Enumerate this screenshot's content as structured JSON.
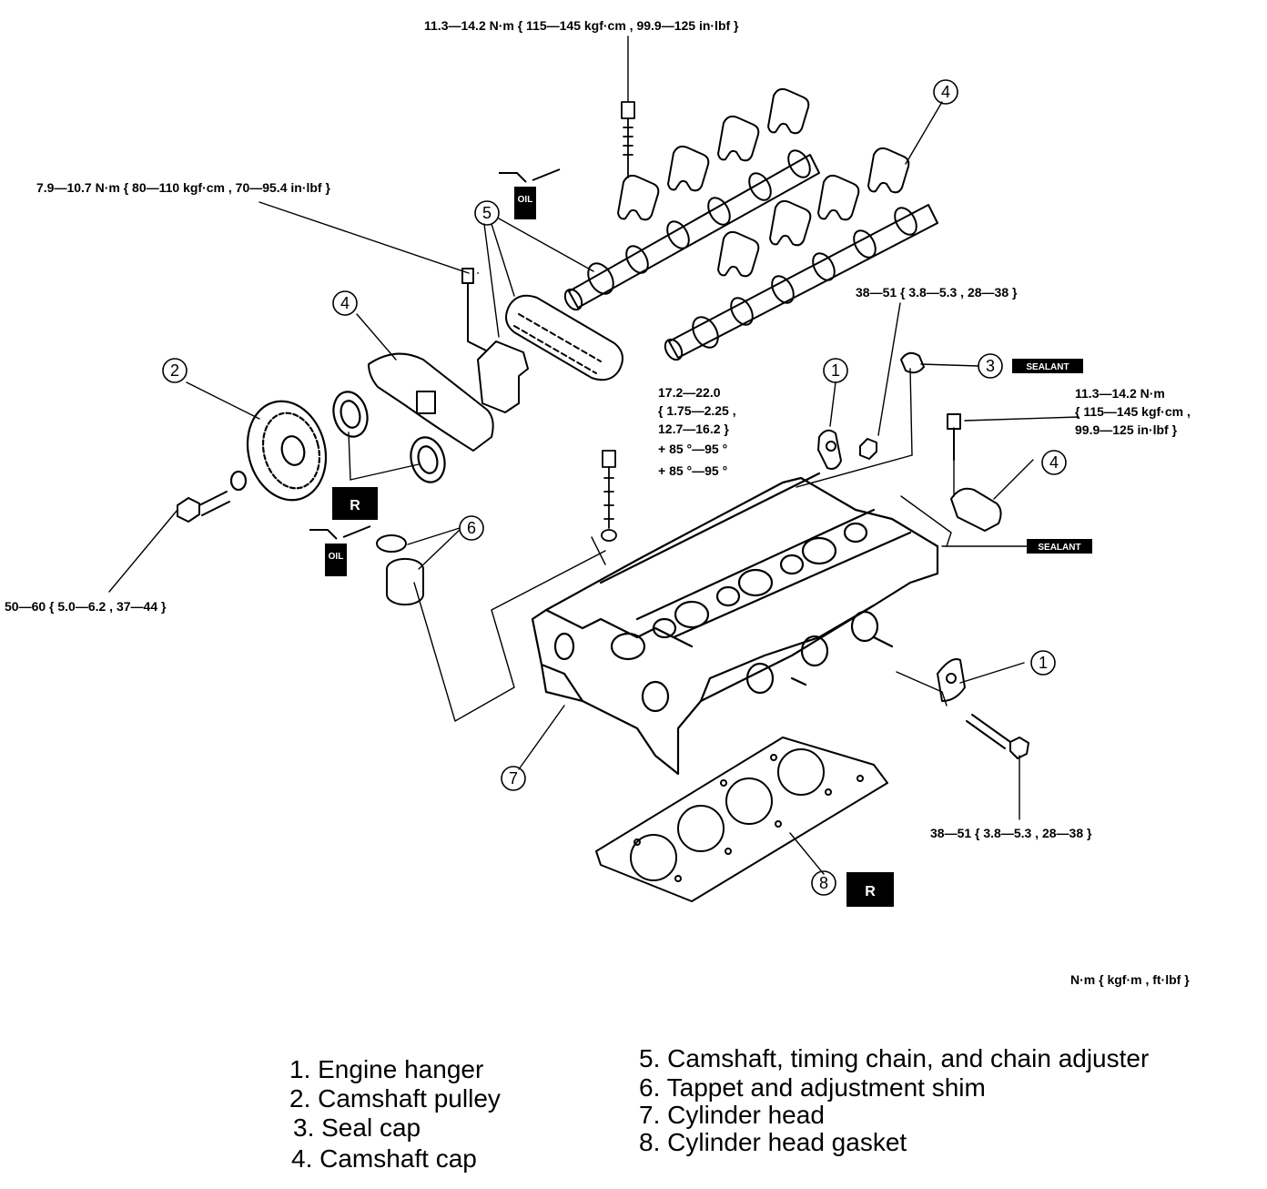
{
  "torque_specs": [
    "11.3—14.2 N·m { 115—145 kgf·cm , 99.9—125 in·lbf }",
    "7.9—10.7 N·m { 80—110 kgf·cm , 70—95.4 in·lbf }",
    "38—51 { 3.8—5.3 , 28—38 }",
    "11.3—14.2 N·m",
    "{ 115—145 kgf·cm ,",
    "99.9—125 in·lbf }",
    "17.2—22.0",
    "{ 1.75—2.25 ,",
    "12.7—16.2 }",
    "+ 85 °—95 °",
    "+ 85 °—95 °",
    "50—60 { 5.0—6.2 , 37—44 }",
    "38—51 { 3.8—5.3 , 28—38 }"
  ],
  "units_note": "N·m { kgf·m , ft·lbf }",
  "callouts": [
    "1",
    "2",
    "3",
    "4",
    "5",
    "6",
    "7",
    "8"
  ],
  "tags": {
    "oil": "OIL",
    "sealant": "SEALANT",
    "replace": "R"
  },
  "legend": {
    "left": [
      "1.  Engine hanger",
      "2.  Camshaft pulley",
      "3.  Seal cap",
      "4.  Camshaft cap"
    ],
    "right": [
      "5.  Camshaft, timing chain, and chain adjuster",
      "6.  Tappet and adjustment shim",
      "7.  Cylinder head",
      "8.  Cylinder head gasket"
    ]
  }
}
